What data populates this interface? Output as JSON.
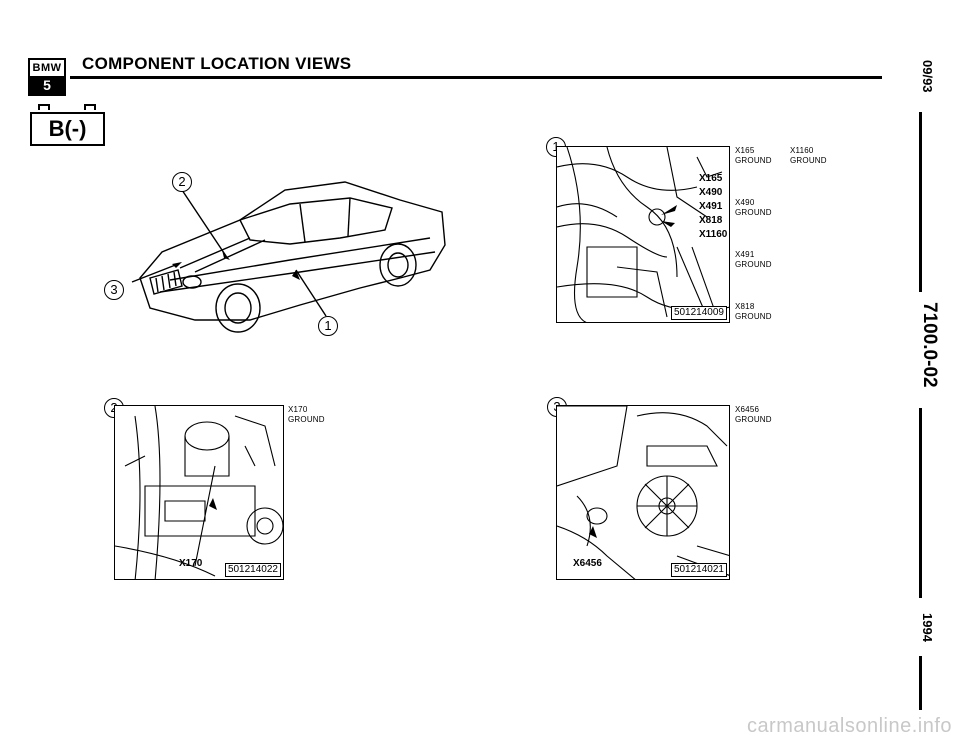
{
  "header": {
    "logo_top": "BMW",
    "logo_bottom": "5",
    "title": "COMPONENT LOCATION VIEWS"
  },
  "battery_label": "B(-)",
  "side": {
    "date": "09/93",
    "page": "7100.0-02",
    "year": "1994"
  },
  "car_view": {
    "callouts": [
      "2",
      "3",
      "1"
    ]
  },
  "view1": {
    "callout": "1",
    "code": "501214009",
    "overlay_labels": [
      "X165",
      "X490",
      "X491",
      "X818",
      "X1160"
    ],
    "legend": [
      {
        "id": "X165",
        "desc": "GROUND"
      },
      {
        "id": "X1160",
        "desc": "GROUND"
      },
      {
        "id": "X490",
        "desc": "GROUND"
      },
      {
        "id": "X491",
        "desc": "GROUND"
      },
      {
        "id": "X818",
        "desc": "GROUND"
      }
    ]
  },
  "view2": {
    "callout": "2",
    "code": "501214022",
    "overlay_label": "X170",
    "legend": [
      {
        "id": "X170",
        "desc": "GROUND"
      }
    ]
  },
  "view3": {
    "callout": "3",
    "code": "501214021",
    "overlay_label": "X6456",
    "legend": [
      {
        "id": "X6456",
        "desc": "GROUND"
      }
    ]
  },
  "watermark": "carmanualsonline.info"
}
